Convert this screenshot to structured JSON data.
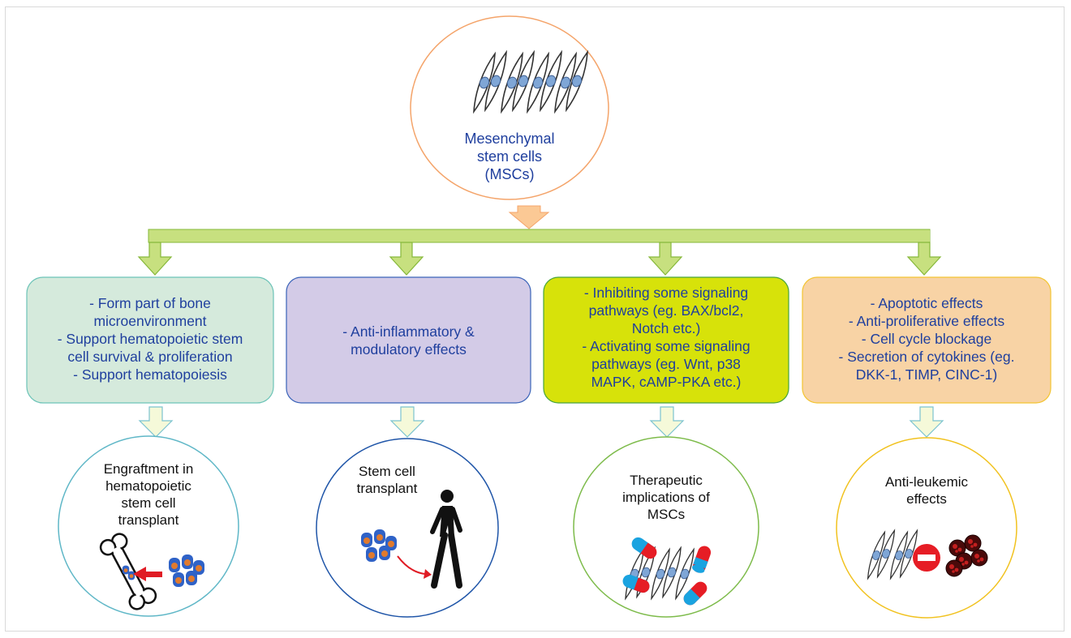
{
  "top": {
    "label_lines": [
      "Mesenchymal",
      "stem cells",
      "(MSCs)"
    ]
  },
  "boxes": [
    {
      "lines": [
        "- Form part of bone",
        "microenvironment",
        "- Support hematopoietic stem",
        "cell survival & proliferation",
        "- Support hematopoiesis"
      ],
      "fill": "#d5eadc",
      "stroke": "#6cc3b7"
    },
    {
      "lines": [
        "- Anti-inflammatory &",
        "modulatory effects"
      ],
      "fill": "#d3cbe7",
      "stroke": "#3a63b8"
    },
    {
      "lines": [
        "- Inhibiting some signaling",
        "pathways (eg. BAX/bcl2,",
        "Notch etc.)",
        "- Activating some signaling",
        "pathways (eg. Wnt, p38",
        "MAPK, cAMP-PKA etc.)"
      ],
      "fill": "#d7e20a",
      "stroke": "#47a43c"
    },
    {
      "lines": [
        "- Apoptotic effects",
        "- Anti-proliferative effects",
        "- Cell cycle blockage",
        "- Secretion of cytokines (eg.",
        "DKK-1, TIMP, CINC-1)"
      ],
      "fill": "#f8d3a5",
      "stroke": "#f3c431"
    }
  ],
  "circles": [
    {
      "lines": [
        "Engraftment in",
        "hematopoietic",
        "stem cell",
        "transplant"
      ],
      "stroke": "#5fb7c7"
    },
    {
      "lines": [
        "Stem cell",
        "transplant"
      ],
      "stroke": "#1f55a8"
    },
    {
      "lines": [
        "Therapeutic",
        "implications of",
        "MSCs"
      ],
      "stroke": "#7dbb4a"
    },
    {
      "lines": [
        "Anti-leukemic",
        "effects"
      ],
      "stroke": "#f1c21f"
    }
  ],
  "colors": {
    "connector_fill": "#c7e07f",
    "connector_stroke": "#86b83a",
    "top_arrow_fill": "#fbc995",
    "down_arrow_fill": "#f5f9d9",
    "down_arrow_stroke": "#7bc3cf",
    "top_ellipse_stroke": "#f4a46a",
    "text_blue": "#1f3f9e"
  },
  "icons": [
    "msc-cells-icon",
    "bone-icon",
    "hsc-cluster-icon",
    "red-arrow-icon",
    "walking-person-icon",
    "capsule-icon",
    "no-entry-icon",
    "leukemic-cells-icon"
  ]
}
